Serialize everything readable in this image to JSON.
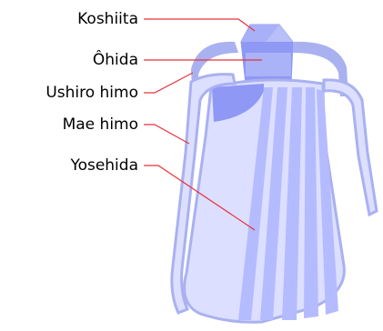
{
  "labels": {
    "koshiita": "Koshiita",
    "ohida": "Ôhida",
    "ushiro_himo": "Ushiro himo",
    "mae_himo": "Mae himo",
    "yosehida": "Yosehida"
  },
  "colors": {
    "leader_line": "#e8323c",
    "panel_light": "#dcdfff",
    "panel_mid": "#b4bbff",
    "panel_dark": "#8f98f5",
    "outline": "#a9b1f0"
  }
}
